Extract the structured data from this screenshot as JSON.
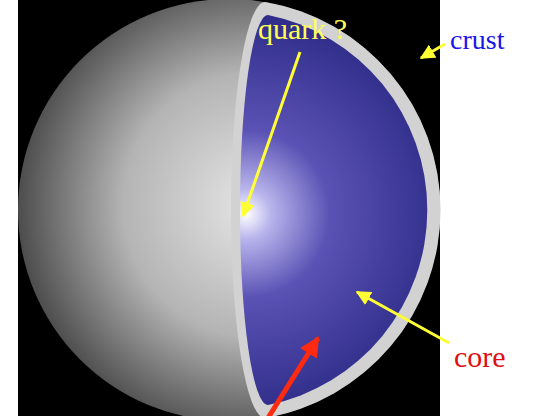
{
  "diagram": {
    "labels": [
      "quark ?",
      "crust",
      "core"
    ]
  }
}
